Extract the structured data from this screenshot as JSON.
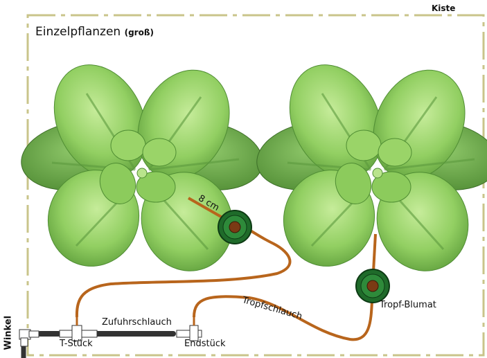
{
  "box_label": "Kiste",
  "title": {
    "main": "Einzelpflanzen",
    "sub": "(groß)"
  },
  "labels": {
    "supply_hose": "Zufuhrschlauch",
    "t_piece": "T-Stück",
    "end_piece": "Endstück",
    "angle": "Winkel",
    "drip_hose": "Tropfschlauch",
    "drip_device": "Tropf-Blumat",
    "distance": "8 cm"
  },
  "colors": {
    "box_border": "#c9c48a",
    "leaf_light": "#a7d874",
    "leaf_mid": "#7cc052",
    "leaf_dark": "#4f8d33",
    "hose_orange": "#b8651c",
    "hose_dark": "#333333",
    "dripper_green": "#1f6b2a"
  },
  "plants": [
    {
      "name": "plant-left"
    },
    {
      "name": "plant-right"
    }
  ]
}
